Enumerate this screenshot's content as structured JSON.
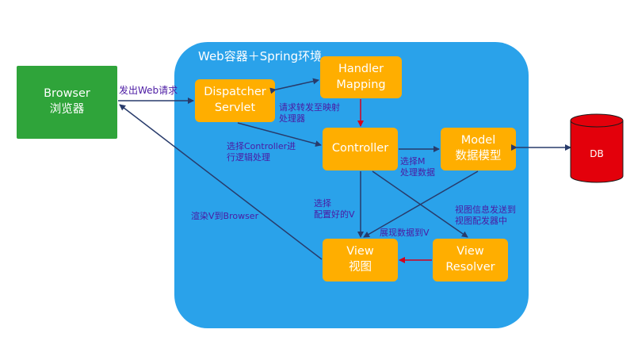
{
  "container": {
    "title": "Web容器＋Spring环境"
  },
  "nodes": {
    "browser": {
      "line1": "Browser",
      "line2": "浏览器"
    },
    "dispatcher": {
      "line1": "Dispatcher",
      "line2": "Servlet"
    },
    "handler": {
      "line1": "Handler",
      "line2": "Mapping"
    },
    "controller": {
      "line1": "Controller"
    },
    "model": {
      "line1": "Model",
      "line2": "数据模型"
    },
    "view": {
      "line1": "View",
      "line2": "视图"
    },
    "resolver": {
      "line1": "View",
      "line2": "Resolver"
    },
    "db": {
      "label": "DB"
    }
  },
  "edge_labels": {
    "send_request": "发出Web请求",
    "forward_mapping": [
      "请求转发至映射",
      "处理器"
    ],
    "select_controller": [
      "选择Controller进",
      "行逻辑处理"
    ],
    "select_m": [
      "选择M",
      "处理数据"
    ],
    "select_view": [
      "选择",
      "配置好的V"
    ],
    "view_info": [
      "视图信息发送到",
      "视图配发器中"
    ],
    "render_to_view": "展现数据到V",
    "render_browser": "渲染V到Browser"
  },
  "colors": {
    "container": "#2aa2ea",
    "browser": "#2fa43a",
    "node": "#ffae00",
    "db": "#e3000b",
    "arrow_dark": "#283b6b",
    "arrow_red": "#d4001c",
    "label_text": "#4b1aa3"
  }
}
